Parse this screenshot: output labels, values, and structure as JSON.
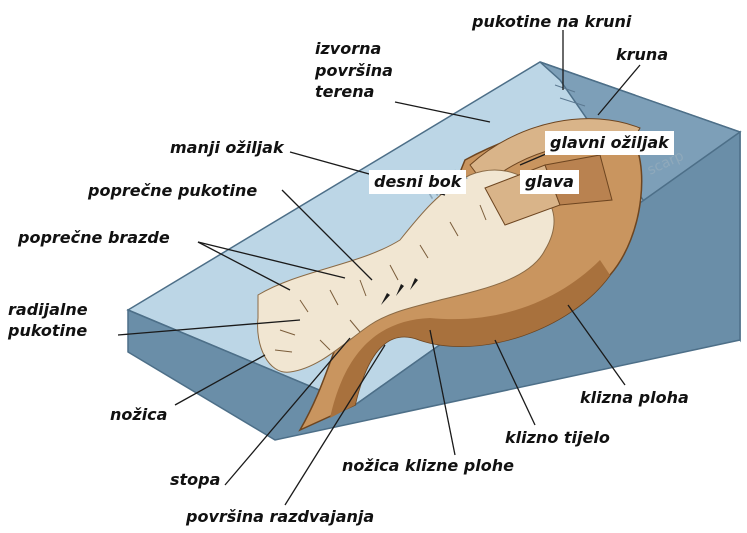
{
  "labels": {
    "pukotine_na_kruni": "pukotine na kruni",
    "kruna": "kruna",
    "izvorna_povrsina": "izvorna\npovršina\nterena",
    "manji_oziljak": "manji ožiljak",
    "glavni_oziljak": "glavni ožiljak",
    "desni_bok": "desni bok",
    "glava": "glava",
    "poprecne_pukotine": "poprečne pukotine",
    "poprecne_brazde": "poprečne brazde",
    "radijalne_pukotine": "radijalne\npukotine",
    "nozica": "nožica",
    "klizna_ploha": "klizna ploha",
    "klizno_tijelo": "klizno tijelo",
    "stopa": "stopa",
    "nozica_klizne_plohe": "nožica klizne plohe",
    "povrsina_razdvajanja": "površina razdvajanja"
  },
  "background_text": {
    "flank": "flank",
    "scarp": "scarp"
  },
  "colors": {
    "surface_top": "#bcd6e6",
    "block_side": "#7d9fb8",
    "block_front": "#6a8ea8",
    "slide_body": "#c9955f",
    "slide_body_dark": "#a8713d",
    "debris": "#f1e6d2",
    "leader": "#1a1a1a"
  }
}
